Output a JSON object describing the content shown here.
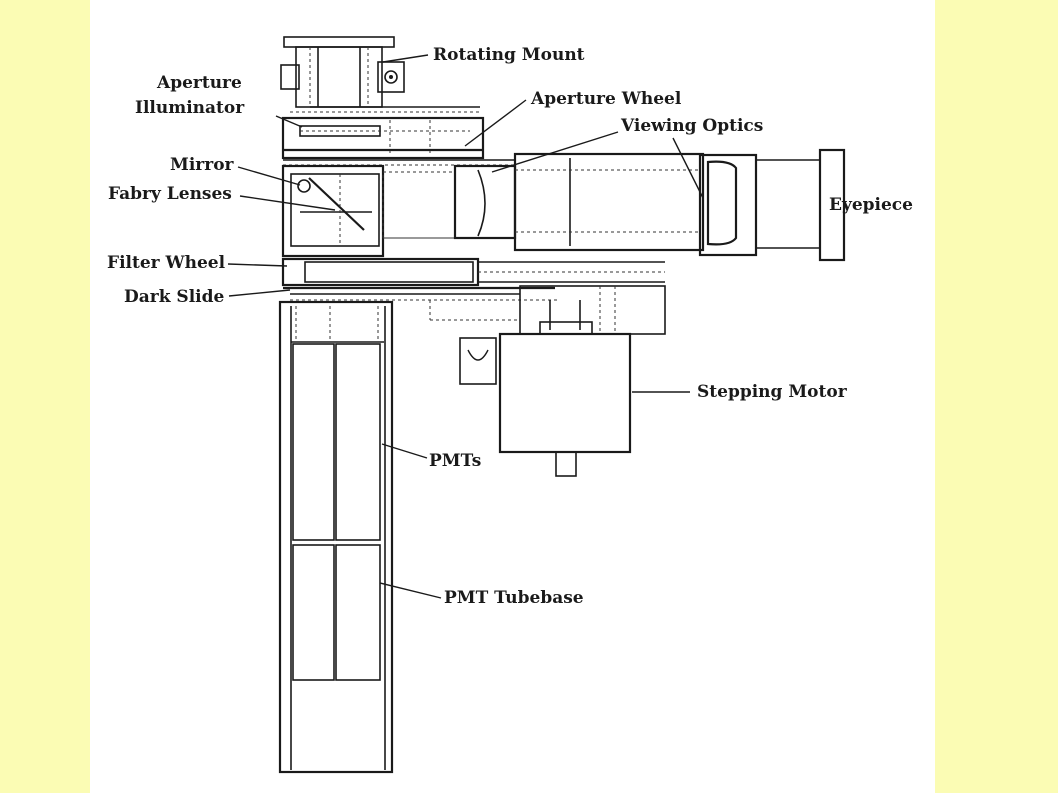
{
  "labels": {
    "rotating_mount": "Rotating Mount",
    "aperture_line1": "Aperture",
    "aperture_line2": "Illuminator",
    "aperture_wheel": "Aperture Wheel",
    "viewing_optics": "Viewing Optics",
    "mirror": "Mirror",
    "fabry_lenses": "Fabry Lenses",
    "eyepiece": "Eyepiece",
    "filter_wheel": "Filter Wheel",
    "dark_slide": "Dark Slide",
    "stepping_motor": "Stepping Motor",
    "pmts": "PMTs",
    "pmt_tubebase": "PMT Tubebase"
  },
  "colors": {
    "background": "#fbfcb4",
    "panel": "#ffffff",
    "ink": "#1a1a1a"
  }
}
